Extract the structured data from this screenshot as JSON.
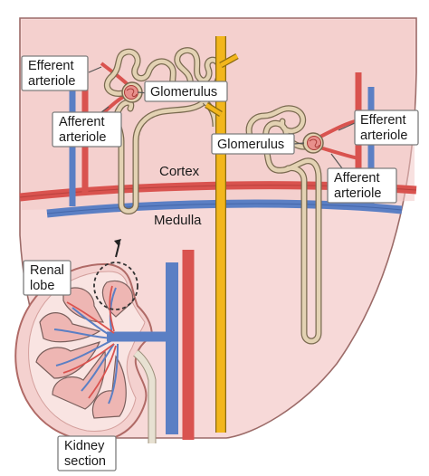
{
  "labels": {
    "efferent_top_left": [
      "Efferent",
      "arteriole"
    ],
    "afferent_left": [
      "Afferent",
      "arteriole"
    ],
    "glomerulus_left": "Glomerulus",
    "glomerulus_right": "Glomerulus",
    "efferent_right": [
      "Efferent",
      "arteriole"
    ],
    "afferent_right": [
      "Afferent",
      "arteriole"
    ],
    "cortex": "Cortex",
    "medulla": "Medulla",
    "renal_lobe": [
      "Renal",
      "lobe"
    ],
    "kidney_section": [
      "Kidney",
      "section"
    ]
  },
  "colors": {
    "tissue": "#f7d9d8",
    "tissue_edge": "#9c6b68",
    "artery": "#d9534f",
    "vein": "#5b7fc4",
    "tubule": "#e3d2b3",
    "tubule_edge": "#7a6a50",
    "collecting_duct": "#f2b61c",
    "label_box": "#ffffff"
  }
}
